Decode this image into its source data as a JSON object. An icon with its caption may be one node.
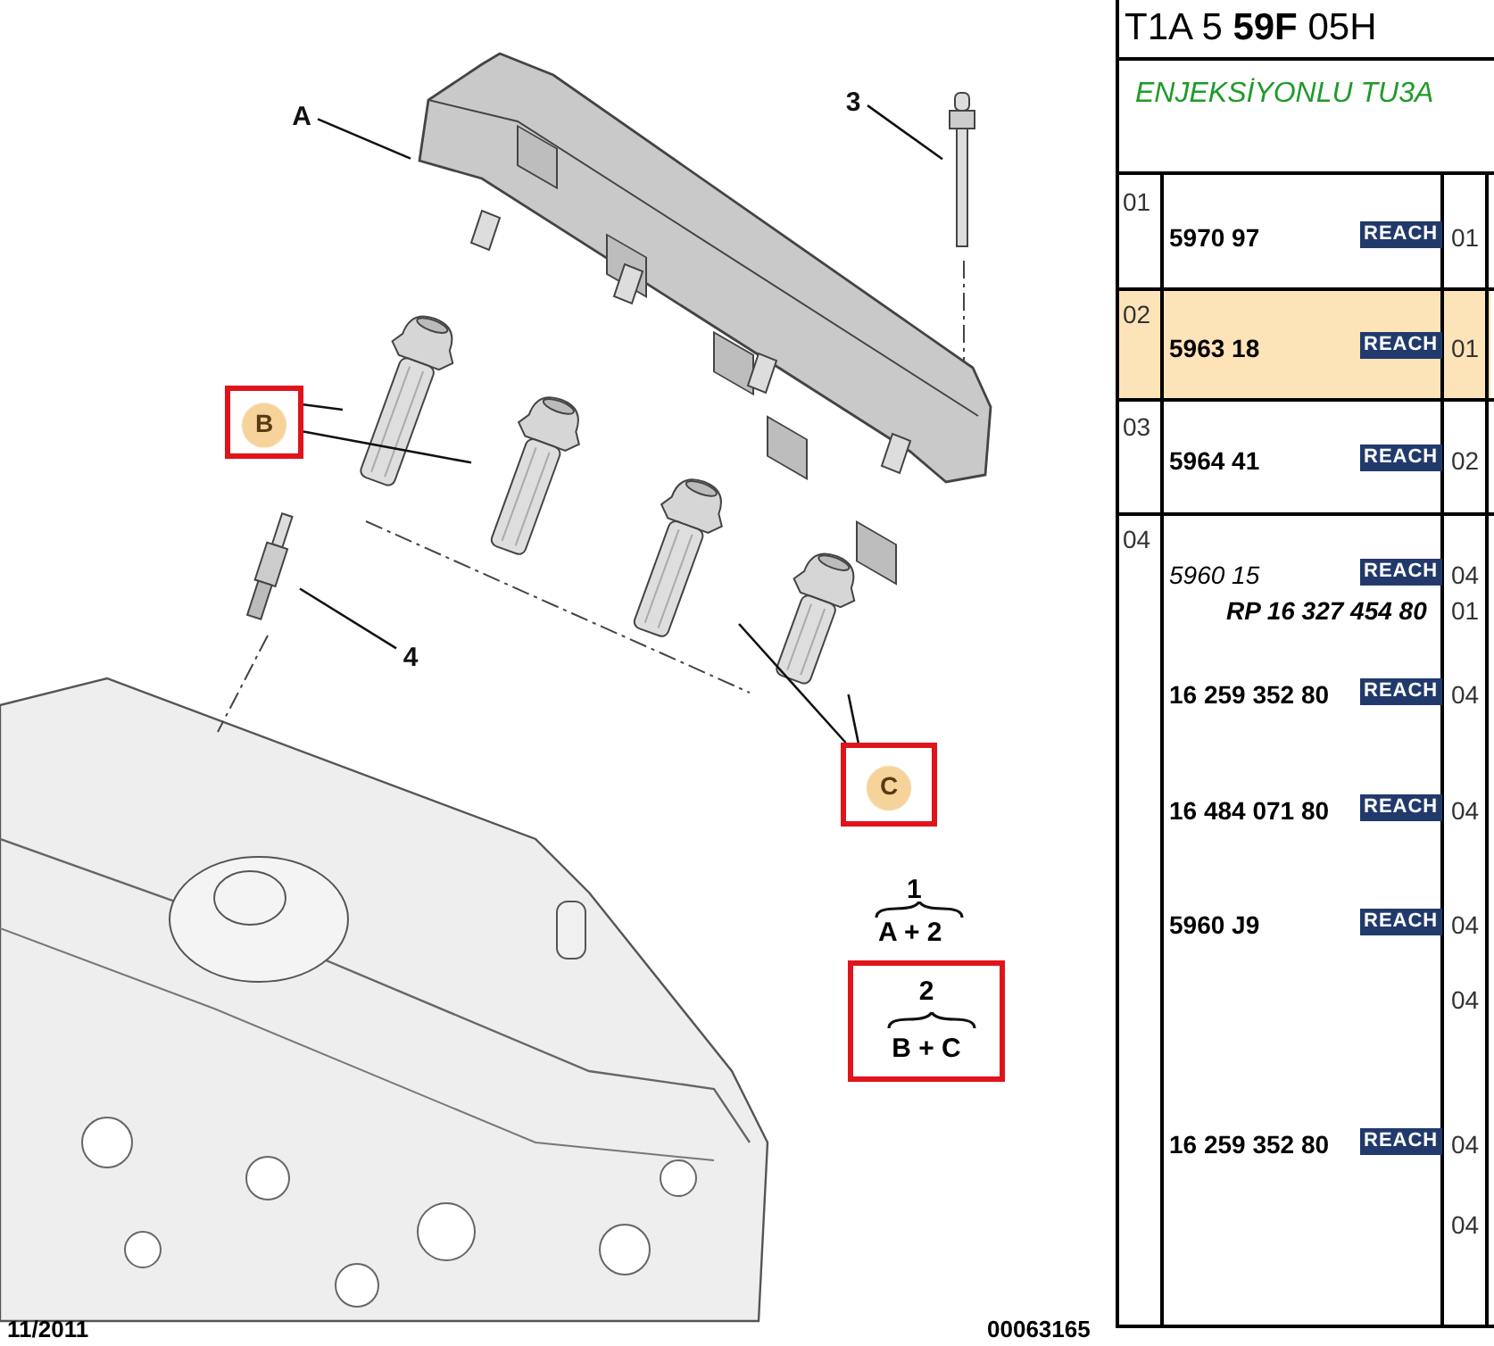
{
  "diagram": {
    "nodes": [
      {
        "text": [
          "A"
        ]
      },
      {
        "text": [],
        "shape": "picture"
      },
      {
        "text": [
          "3"
        ]
      },
      {
        "text": [],
        "shape": "picture"
      },
      {
        "text": [
          "B"
        ]
      },
      {
        "text": [],
        "shape": "picture"
      },
      {
        "text": [],
        "shape": "picture"
      },
      {
        "text": [
          "4"
        ]
      },
      {
        "text": [],
        "shape": "picture"
      },
      {
        "text": [
          "C"
        ]
      },
      {
        "text": [],
        "shape": "picture"
      },
      {
        "text": [],
        "shape": "picture"
      },
      {
        "text": [
          "2",
          "B + C"
        ]
      }
    ],
    "edges": [
      {
        "from": 0,
        "to": 1,
        "arrow": "none"
      },
      {
        "from": 2,
        "to": 3,
        "arrow": "none"
      },
      {
        "from": 4,
        "to": 5,
        "arrow": "none"
      },
      {
        "from": 4,
        "to": 6,
        "arrow": "none"
      },
      {
        "from": 7,
        "to": 8,
        "arrow": "none"
      },
      {
        "from": 9,
        "to": 10,
        "arrow": "none"
      },
      {
        "from": 9,
        "to": 11,
        "arrow": "none"
      }
    ],
    "labels": [
      "1",
      "A + 2",
      "11/2011",
      "00063165",
      "T1A 5 **59F** 05H",
      "ENJEKSİYONLU TU3A",
      "01",
      "5970 97",
      "REACH",
      "01",
      "02",
      "5963 18",
      "REACH",
      "01",
      "03",
      "5964 41",
      "REACH",
      "02",
      "04",
      "5960 15",
      "REACH",
      "04",
      "RP 16 327 454 80",
      "01",
      "16 259 352 80",
      "REACH",
      "04",
      "16 484 071 80",
      "REACH",
      "04",
      "5960 J9",
      "REACH",
      "04",
      "04",
      "16 259 352 80",
      "REACH",
      "04",
      "04"
    ]
  }
}
